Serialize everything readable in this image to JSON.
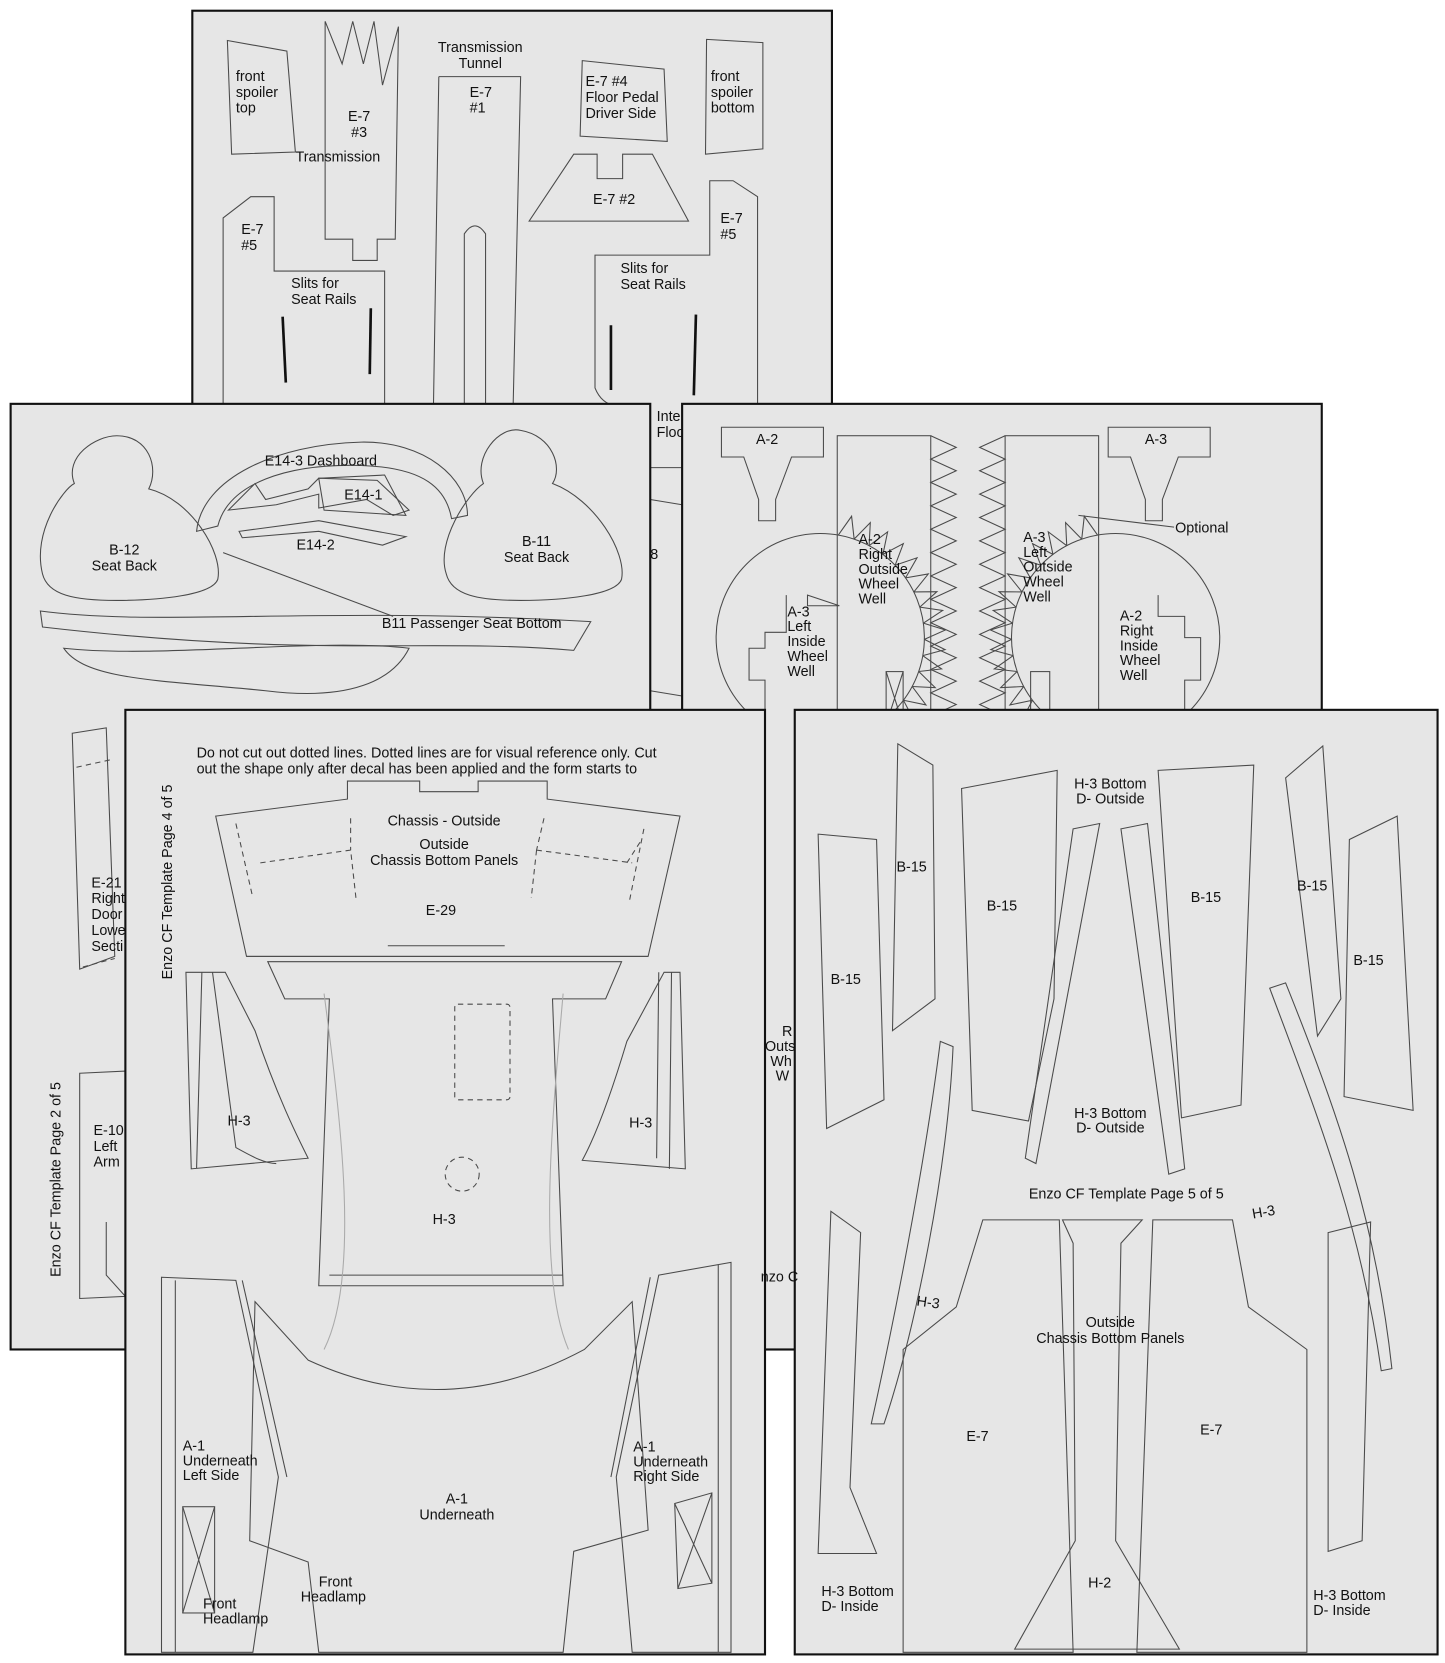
{
  "page1": {
    "front_spoiler_top": [
      "front",
      "spoiler",
      "top"
    ],
    "e7_3": [
      "E-7",
      "#3"
    ],
    "transmission": "Transmission",
    "transmission_tunnel": [
      "Transmission",
      "Tunnel"
    ],
    "e7_1": [
      "E-7",
      "#1"
    ],
    "e7_4": [
      "E-7 #4",
      "Floor Pedal",
      "Driver Side"
    ],
    "front_spoiler_bottom": [
      "front",
      "spoiler",
      "bottom"
    ],
    "e7_2": "E-7 #2",
    "e7_5_left": [
      "E-7",
      "#5"
    ],
    "slits_left": [
      "Slits for",
      "Seat Rails"
    ],
    "e7_5_right": [
      "E-7",
      "#5"
    ],
    "slits_right": [
      "Slits for",
      "Seat Rails"
    ],
    "partial_texts": [
      "Inte",
      "Floo",
      "8",
      "R",
      "Outs",
      "Wh",
      "W",
      "nzo C"
    ]
  },
  "page2": {
    "dashboard": "E14-3 Dashboard",
    "e14_1": "E14-1",
    "e14_2": "E14-2",
    "b12": [
      "B-12",
      "Seat Back"
    ],
    "b11": [
      "B-11",
      "Seat Back"
    ],
    "b11_bottom": "B11 Passenger Seat Bottom",
    "e21": [
      "E-21",
      "Right",
      "Door",
      "Lowe",
      "Secti"
    ],
    "e10": [
      "E-10",
      "Left",
      "Arm"
    ],
    "footer": "Enzo CF Template Page 2 of 5"
  },
  "page3": {
    "a2": "A-2",
    "a3": "A-3",
    "a2_outside": [
      "A-2",
      "Right",
      "Outside",
      "Wheel",
      "Well"
    ],
    "a3_outside": [
      "A-3",
      "Left",
      "Outside",
      "Wheel",
      "Well"
    ],
    "a3_inside": [
      "A-3",
      "Left",
      "Inside",
      "Wheel",
      "Well"
    ],
    "a2_inside": [
      "A-2",
      "Right",
      "Inside",
      "Wheel",
      "Well"
    ],
    "optional": "Optional"
  },
  "page4": {
    "note": [
      "Do not cut out dotted lines. Dotted lines are for visual reference only. Cut",
      "out the shape only after decal has been applied and the form starts to"
    ],
    "chassis_outside": "Chassis - Outside",
    "chassis_bottom": [
      "Outside",
      "Chassis Bottom Panels"
    ],
    "e29": "E-29",
    "h3": "H-3",
    "a1_left": [
      "A-1",
      "Underneath",
      "Left Side"
    ],
    "a1": [
      "A-1",
      "Underneath"
    ],
    "a1_right": [
      "A-1",
      "Underneath",
      "Right Side"
    ],
    "headlamp": [
      "Front",
      "Headlamp"
    ],
    "footer": "Enzo CF Template Page 4 of 5"
  },
  "page5": {
    "h3_bottom_outside": [
      "H-3 Bottom",
      "D- Outside"
    ],
    "b15": "B-15",
    "footer": "Enzo CF Template Page 5 of 5",
    "h3": "H-3",
    "chassis_bottom": [
      "Outside",
      "Chassis Bottom Panels"
    ],
    "e7": "E-7",
    "h2": "H-2",
    "h3_bottom_inside": [
      "H-3 Bottom",
      "D- Inside"
    ]
  }
}
